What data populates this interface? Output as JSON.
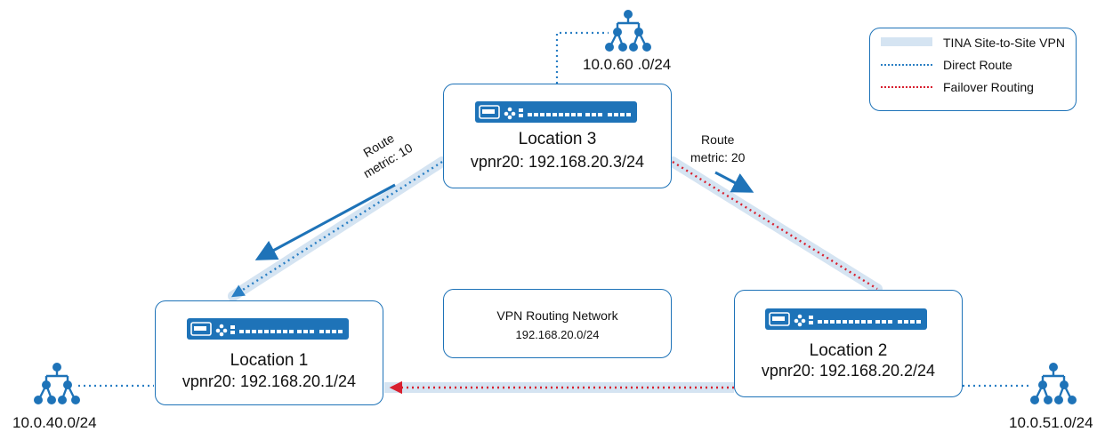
{
  "colors": {
    "accent": "#1e73b8",
    "vpn_band": "#d5e4f2",
    "direct_route": "#2a7fc4",
    "failover_route": "#d8202f"
  },
  "legend": {
    "vpn": "TINA Site-to-Site VPN",
    "direct": "Direct Route",
    "failover": "Failover Routing"
  },
  "locations": {
    "loc3": {
      "name": "Location 3",
      "ip": "vpnr20: 192.168.20.3/24",
      "icon": "firewall-appliance-icon"
    },
    "loc1": {
      "name": "Location 1",
      "ip": "vpnr20: 192.168.20.1/24",
      "icon": "firewall-appliance-icon"
    },
    "loc2": {
      "name": "Location 2",
      "ip": "vpnr20: 192.168.20.2/24",
      "icon": "firewall-appliance-icon"
    }
  },
  "center": {
    "title": "VPN Routing Network",
    "ip": "192.168.20.0/24"
  },
  "networks": {
    "top": "10.0.60 .0/24",
    "left": "10.0.40.0/24",
    "right": "10.0.51.0/24",
    "icon": "network-tree-icon"
  },
  "metrics": {
    "left_line1": "Route",
    "left_line2": "metric: 10",
    "right_line1": "Route",
    "right_line2": "metric: 20"
  }
}
